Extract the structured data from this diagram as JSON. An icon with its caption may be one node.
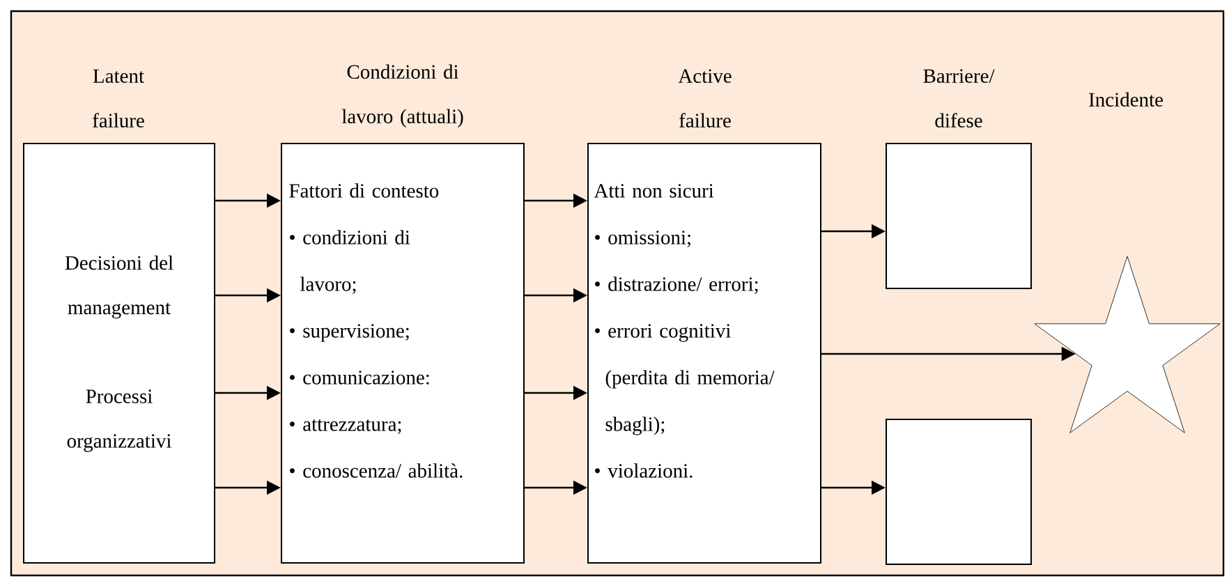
{
  "diagram": {
    "nodes": [
      {
        "text": [
          "Latent failure",
          "Decisioni del management",
          "Processi organizzativi"
        ]
      },
      {
        "text": [
          "Condizioni di lavoro (attuali)",
          "Fattori di contesto",
          "• condizioni di lavoro;",
          "• supervisione;",
          "• comunicazione:",
          "• attrezzatura;",
          "• conoscenza/ abilità."
        ]
      },
      {
        "text": [
          "Active failure",
          "Atti non sicuri",
          "• omissioni;",
          "• distrazione/ errori;",
          "• errori cognitivi (perdita di memoria/ sbagli);",
          "• violazioni."
        ]
      },
      {
        "text": [
          "Barriere/ difese"
        ]
      },
      {
        "text": [],
        "shape": "box"
      },
      {
        "text": [],
        "shape": "star"
      }
    ],
    "labels": [
      "Incidente"
    ],
    "edges": [
      {
        "from": 0,
        "to": 1,
        "arrow": "to"
      },
      {
        "from": 0,
        "to": 1,
        "arrow": "to"
      },
      {
        "from": 0,
        "to": 1,
        "arrow": "to"
      },
      {
        "from": 0,
        "to": 1,
        "arrow": "to"
      },
      {
        "from": 1,
        "to": 2,
        "arrow": "to"
      },
      {
        "from": 1,
        "to": 2,
        "arrow": "to"
      },
      {
        "from": 1,
        "to": 2,
        "arrow": "to"
      },
      {
        "from": 1,
        "to": 2,
        "arrow": "to"
      },
      {
        "from": 2,
        "to": 3,
        "arrow": "to"
      },
      {
        "from": 2,
        "to": 5,
        "arrow": "to"
      },
      {
        "from": 2,
        "to": 4,
        "arrow": "to"
      }
    ]
  }
}
